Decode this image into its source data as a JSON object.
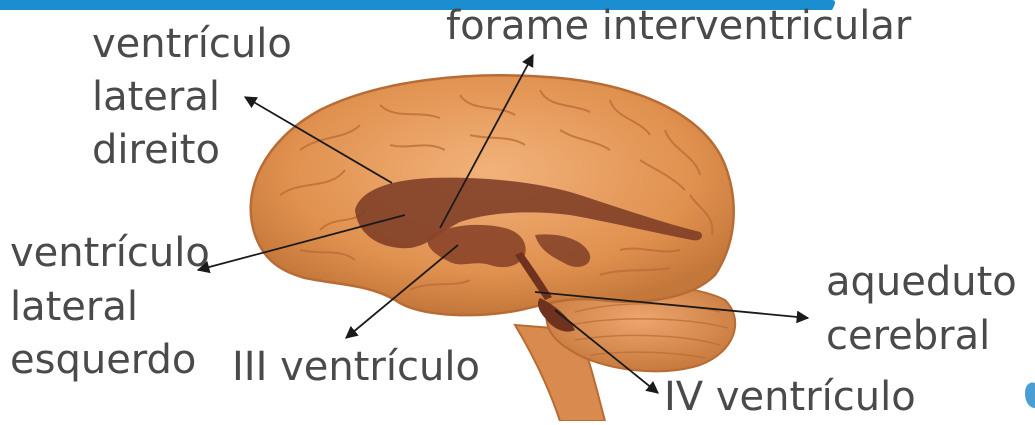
{
  "labels": {
    "forame_interventricular": "forame interventricular",
    "ventriculo_lateral_direito": [
      "ventrículo",
      "lateral",
      "direito"
    ],
    "ventriculo_lateral_esquerdo": [
      "ventrículo",
      "lateral",
      "esquerdo"
    ],
    "iii_ventriculo": "III ventrículo",
    "aqueduto_cerebral": [
      "aqueduto",
      "cerebral"
    ],
    "iv_ventriculo": "IV ventrículo"
  },
  "colors": {
    "header_bar": "#1a8ed1",
    "brain_fill": "#e59a5c",
    "brain_edge": "#b86c35",
    "ventricle": "#7a3a24",
    "text": "#4a4a4a",
    "arrow": "#1a1a1a"
  }
}
